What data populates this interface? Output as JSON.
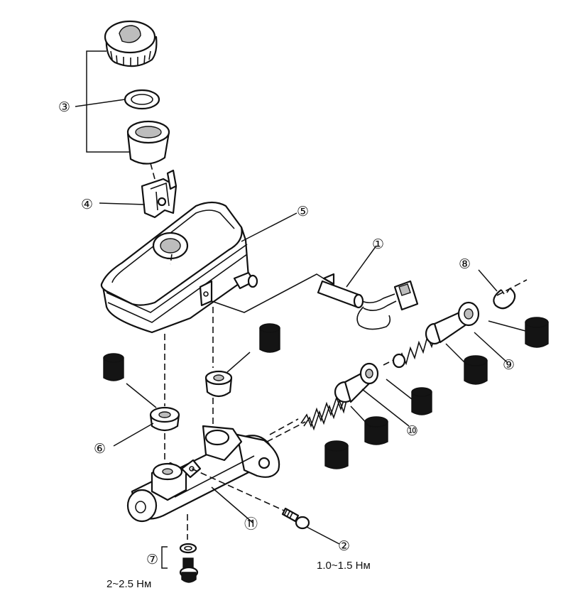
{
  "callouts": {
    "c1": "①",
    "c2": "②",
    "c3": "③",
    "c4": "④",
    "c5": "⑤",
    "c6": "⑥",
    "c7": "⑦",
    "c8": "⑧",
    "c9": "⑨",
    "c10": "⑩",
    "c11": "⑪"
  },
  "torque": {
    "screw": "1.0~1.5 Нм",
    "bolt": "2~2.5 Нм"
  }
}
